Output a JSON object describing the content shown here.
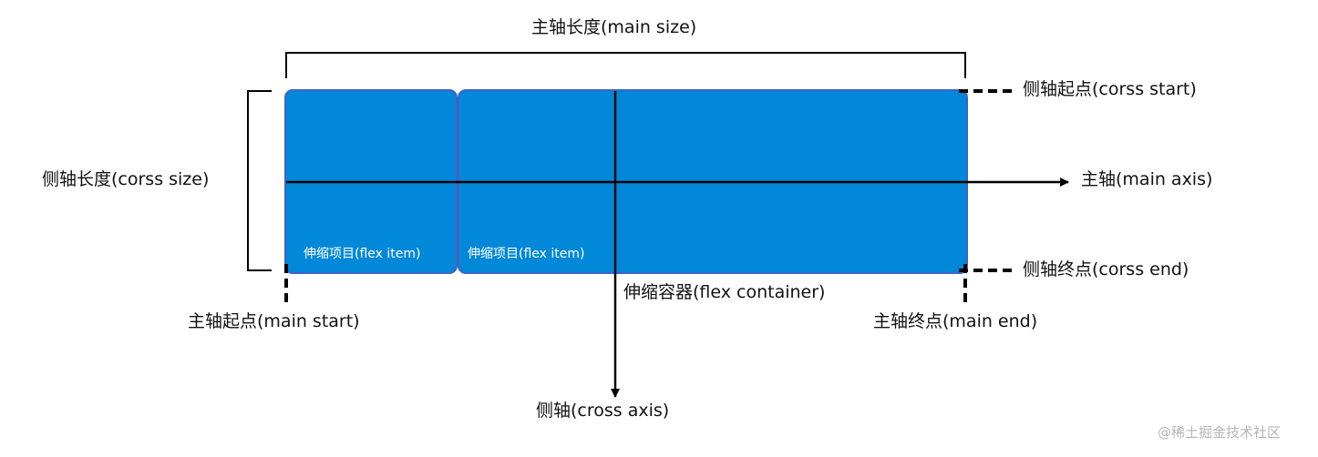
{
  "labels": {
    "main_size": "主轴长度(main size)",
    "cross_size": "侧轴长度(corss size)",
    "cross_start": "侧轴起点(corss start)",
    "cross_end": "侧轴终点(corss end)",
    "main_axis": "主轴(main axis)",
    "main_start": "主轴起点(main start)",
    "main_end": "主轴终点(main end)",
    "container": "伸缩容器(flex container)",
    "cross_axis": "侧轴(cross axis)"
  },
  "items": [
    {
      "label": "伸缩项目(flex item)"
    },
    {
      "label": "伸缩项目(flex item)"
    }
  ],
  "watermark": "@稀土掘金技术社区",
  "colors": {
    "item_fill": "#0288d9",
    "item_border": "#3f63c8",
    "line": "#000000",
    "watermark": "#b5b5b5"
  }
}
